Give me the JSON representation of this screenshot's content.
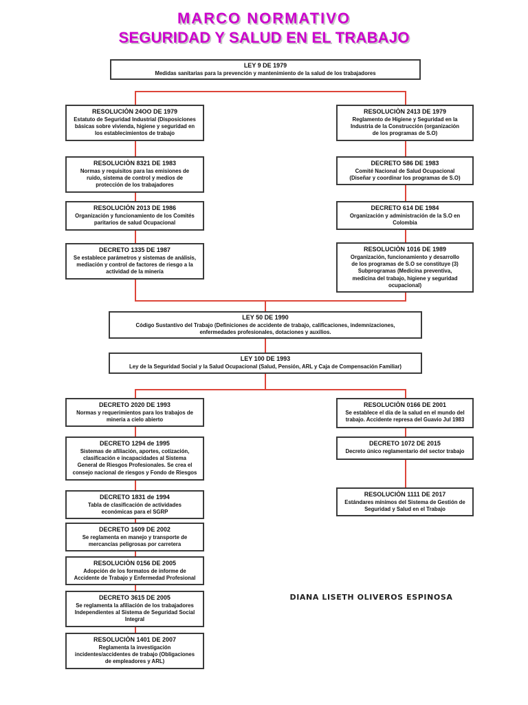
{
  "header": {
    "title_line1": "MARCO NORMATIVO",
    "title_line2": "SEGURIDAD Y SALUD EN EL TRABAJO"
  },
  "footer": {
    "author": "DIANA LISETH OLIVEROS ESPINOSA"
  },
  "colors": {
    "title": "#cc00cc",
    "title_shadow": "#c4c4c4",
    "connector": "#dd4438",
    "box_border": "#3a3a3a",
    "text": "#111111"
  },
  "nodes": {
    "ley9": {
      "title": "LEY 9 DE 1979",
      "body": "Medidas sanitarias para la prevención y mantenimiento de la salud de los trabajadores"
    },
    "l1": {
      "title": "RESOLUCIÒN 24OO DE 1979",
      "body": "Estatuto de Seguridad Industrial (Disposiciones\nbásicas sobre vivienda, higiene y seguridad en\nlos establecimientos de trabajo"
    },
    "l2": {
      "title": "RESOLUCIÒN 8321 DE 1983",
      "body": "Normas y requisitos para las emisiones de\nruido, sistema de control y medios de\nprotección de los trabajadores"
    },
    "l3": {
      "title": "RESOLUCIÒN 2013 DE 1986",
      "body": "Organización y funcionamiento de los Comités\nparitarios de salud Ocupacional"
    },
    "l4": {
      "title": "DECRETO 1335 DE 1987",
      "body": "Se establece parámetros y sistemas de análisis,\nmediación y control de factores de riesgo a la\nactividad de la minería"
    },
    "r1": {
      "title": "RESOLUCIÒN 2413 DE 1979",
      "body": "Reglamento de Higiene y Seguridad en la\nIndustria de la Construcción (organización\nde los programas de S.O)"
    },
    "r2": {
      "title": "DECRETO 586 DE 1983",
      "body": "Comité Nacional de Salud Ocupacional\n(Diseñar y coordinar los programas de S.O)"
    },
    "r3": {
      "title": "DECRETO 614 DE 1984",
      "body": "Organización y administración de la S.O en\nColombia"
    },
    "r4": {
      "title": "RESOLUCIÒN 1016 DE 1989",
      "body": "Organización, funcionamiento y desarrollo\nde los programas de S.O se constituye (3)\nSubprogramas (Medicina preventiva,\nmedicina del trabajo, higiene y seguridad\nocupacional)"
    },
    "ley50": {
      "title": "LEY 50 DE 1990",
      "body": "Código Sustantivo del Trabajo (Definiciones de accidente de trabajo, calificaciones, indemnizaciones,\nenfermedades profesionales, dotaciones y auxilios."
    },
    "ley100": {
      "title": "LEY 100 DE 1993",
      "body": "Ley de la Seguridad Social y la Salud Ocupacional (Salud, Pensión, ARL y Caja de Compensación Familiar)"
    },
    "ll1": {
      "title": "DECRETO 2020 DE 1993",
      "body": "Normas y requerimientos para los trabajos de\nminería a cielo abierto"
    },
    "ll2": {
      "title": "DECRETO 1294 de 1995",
      "body": "Sistemas de afiliación, aportes, cotización,\nclasificación e incapacidades al Sistema\nGeneral de Riesgos Profesionales. Se crea el\nconsejo nacional de riesgos y Fondo de Riesgos"
    },
    "ll3": {
      "title": "DECRETO 1831 de 1994",
      "body": "Tabla de clasificación de actividades\neconómicas para el SGRP"
    },
    "ll4": {
      "title": "DECRETO 1609 DE 2002",
      "body": "Se reglamenta en manejo y transporte de\nmercancías peligrosas por carretera"
    },
    "ll5": {
      "title": "RESOLUCIÒN 0156 DE 2005",
      "body": "Adopción de los formatos de informe de\nAccidente de Trabajo y Enfermedad Profesional"
    },
    "ll6": {
      "title": "DECRETO 3615 DE 2005",
      "body": "Se reglamenta la afiliación de los trabajadores\nIndependientes al Sistema de Seguridad Social\nIntegral"
    },
    "ll7": {
      "title": "RESOLUCIÒN 1401 DE 2007",
      "body": "Reglamenta la investigación\nincidentes/accidentes de trabajo (Obligaciones\nde empleadores y ARL)"
    },
    "rl1": {
      "title": "RESOLUCIÒN 0166 DE 2001",
      "body": "Se establece el día de la salud en el mundo del\ntrabajo. Accidente represa del Guavio Jul 1983"
    },
    "rl2": {
      "title": "DECRETO 1072 DE 2015",
      "body": "Decreto único reglamentario del sector trabajo"
    },
    "rl3": {
      "title": "RESOLUCIÒN 1111 DE 2017",
      "body": "Estándares mínimos del Sistema de Gestión de\nSeguridad y Salud en el Trabajo"
    }
  }
}
